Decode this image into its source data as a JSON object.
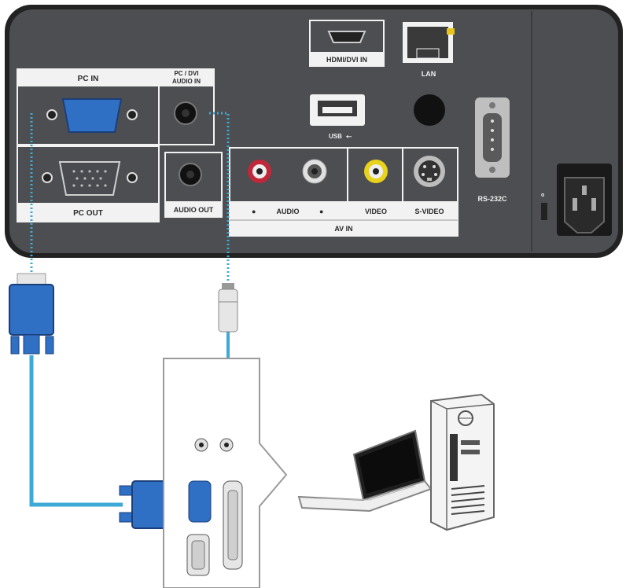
{
  "panel": {
    "pc_in": "PC IN",
    "pc_dvi_audio_in_1": "PC / DVI",
    "pc_dvi_audio_in_2": "AUDIO IN",
    "pc_out": "PC OUT",
    "audio_out": "AUDIO OUT",
    "hdmi_dvi_in": "HDMI/DVI IN",
    "lan": "LAN",
    "usb": "USB",
    "audio": "AUDIO",
    "video": "VIDEO",
    "s_video": "S-VIDEO",
    "av_in": "AV IN",
    "rs232c": "RS-232C"
  },
  "colors": {
    "panel": "#4d4e52",
    "cable": "#3ea9d6",
    "vga_blue": "#2f6fc4",
    "jack_red": "#c0283a",
    "jack_yellow": "#e8d21a"
  }
}
